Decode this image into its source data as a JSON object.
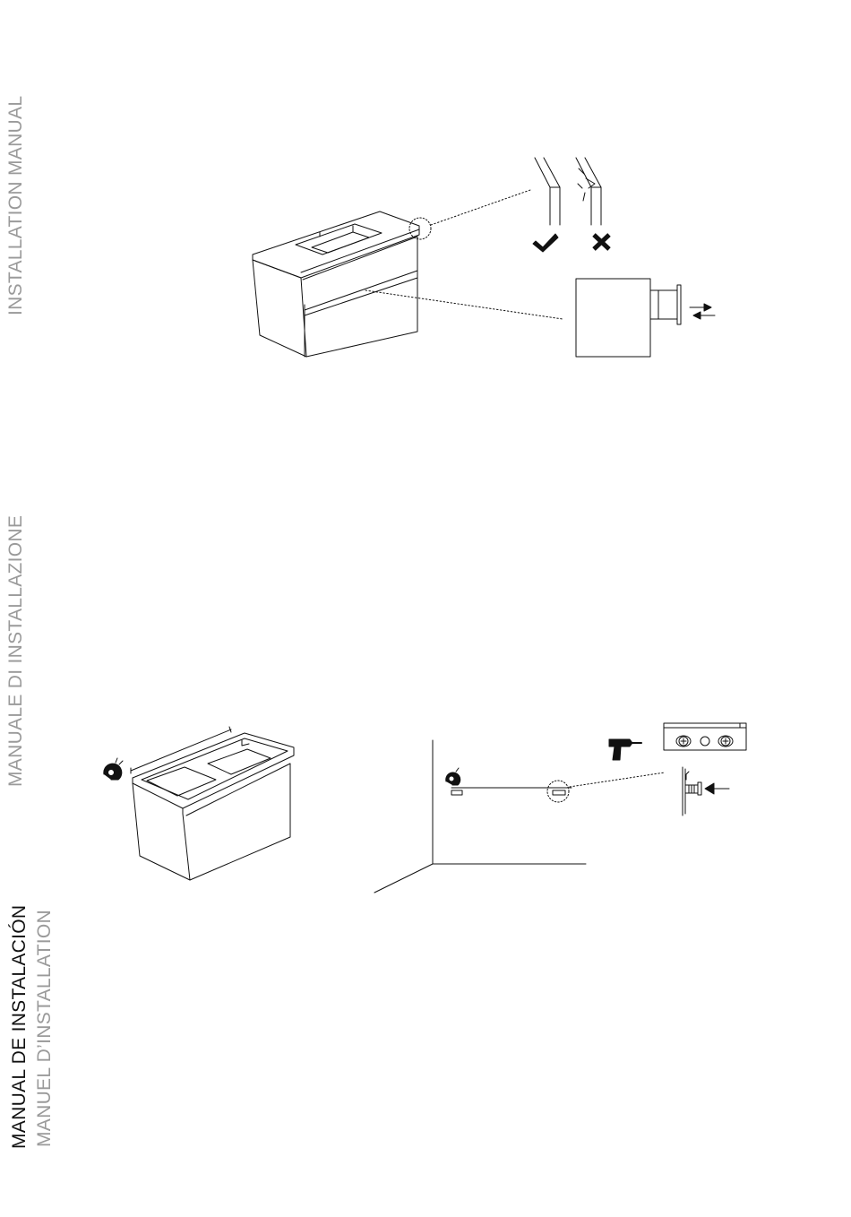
{
  "titles": {
    "installation_manual": "INSTALLATION MANUAL",
    "italian": "MANUALE DI INSTALLAZIONE",
    "spanish": "MANUAL DE INSTALACIÓN",
    "french": "MANUEL D’INSTALLATION"
  },
  "icons": {
    "correct": "checkmark-icon",
    "incorrect": "cross-icon",
    "measure": "tape-measure-icon",
    "drill": "drill-icon"
  },
  "colors": {
    "ink": "#111111",
    "heading_grey": "#9a9a9a"
  }
}
